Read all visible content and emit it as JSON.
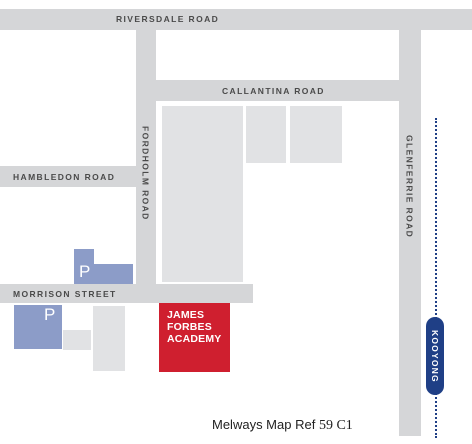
{
  "map": {
    "roads": {
      "riversdale": "RIVERSDALE ROAD",
      "callantina": "CALLANTINA ROAD",
      "hambledon": "HAMBLEDON ROAD",
      "morrison": "MORRISON STREET",
      "fordholm": "FORDHOLM ROAD",
      "glenferrie": "GLENFERRIE ROAD"
    },
    "parking": [
      "P",
      "P"
    ],
    "landmark": {
      "name": "JAMES\nFORBES\nACADEMY"
    },
    "station": {
      "name": "KOOYONG"
    },
    "melways": {
      "prefix": "Melways Map Ref",
      "ref": "59 C1"
    },
    "colors": {
      "road": "#d5d6d8",
      "building": "#e1e2e4",
      "parking": "#8c9cc8",
      "landmark": "#cf1f2f",
      "rail": "#1f3f86"
    }
  }
}
